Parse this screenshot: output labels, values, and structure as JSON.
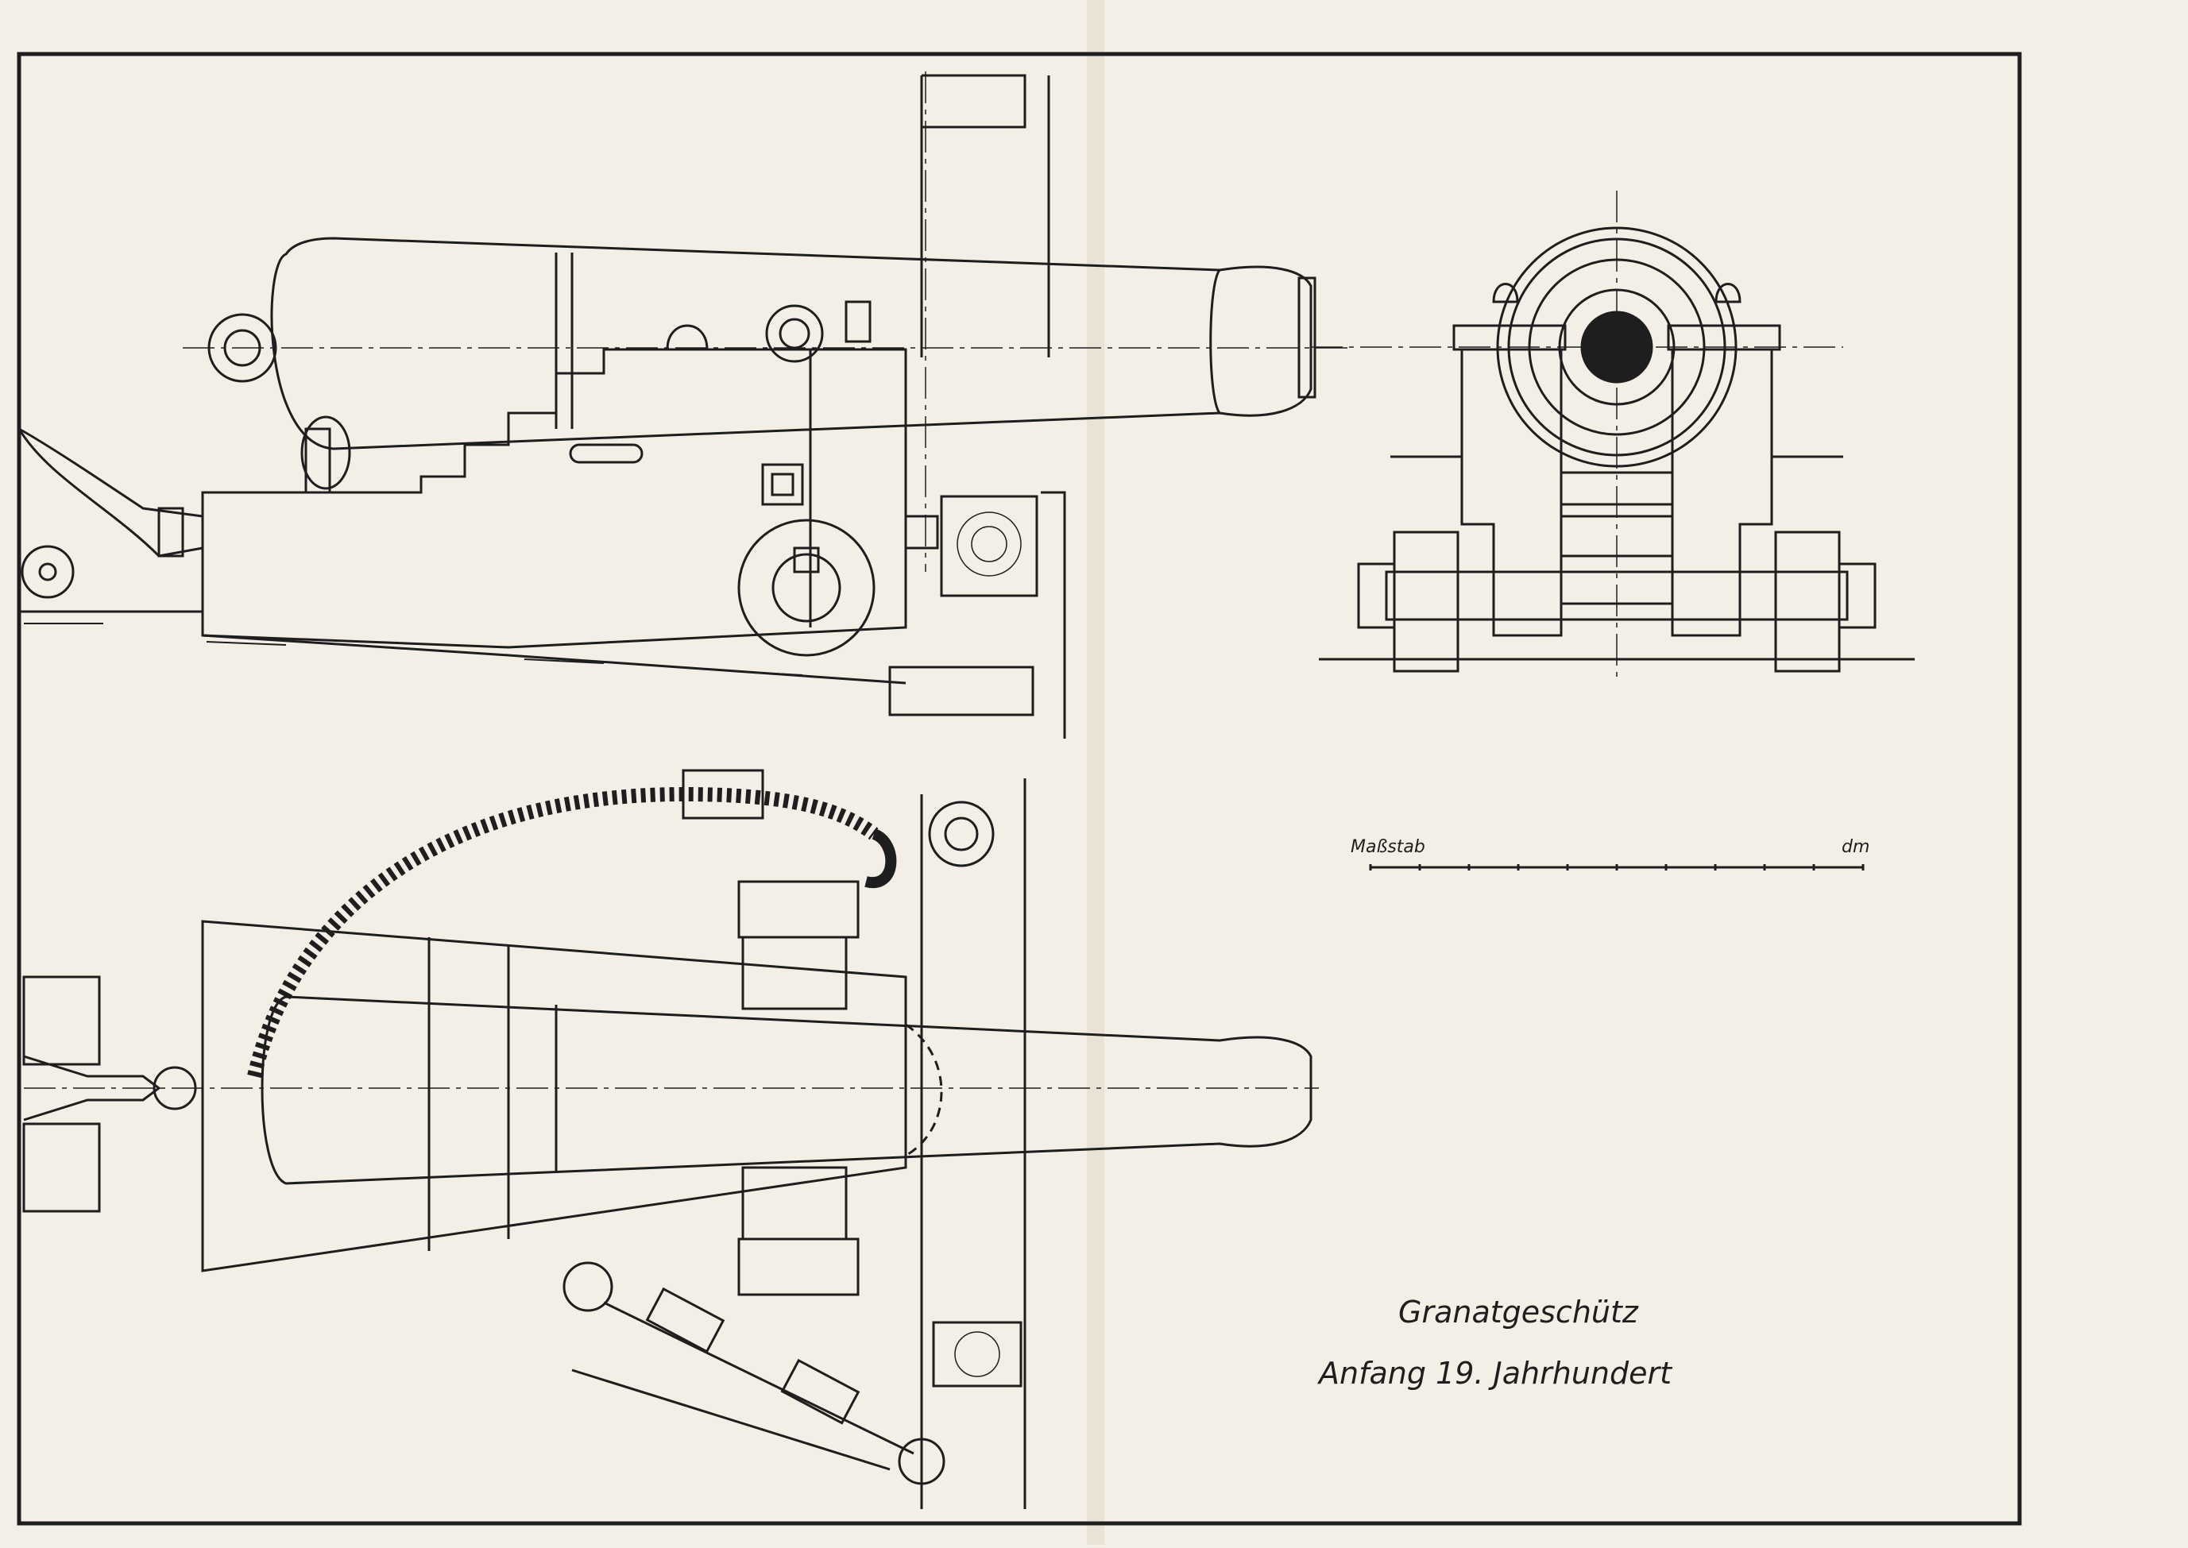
{
  "drawing": {
    "title_line1": "Granatgeschütz",
    "title_line2": "Anfang 19. Jahrhundert"
  },
  "scale_bar": {
    "label": "Maßstab",
    "unit": "dm",
    "divisions": 10
  },
  "colors": {
    "paper": "#f4efe6",
    "ink": "#1e1e1e",
    "fold_shadow": "#e6dfd2"
  },
  "views": [
    "side-elevation-view",
    "front-elevation-view",
    "top-plan-view"
  ]
}
